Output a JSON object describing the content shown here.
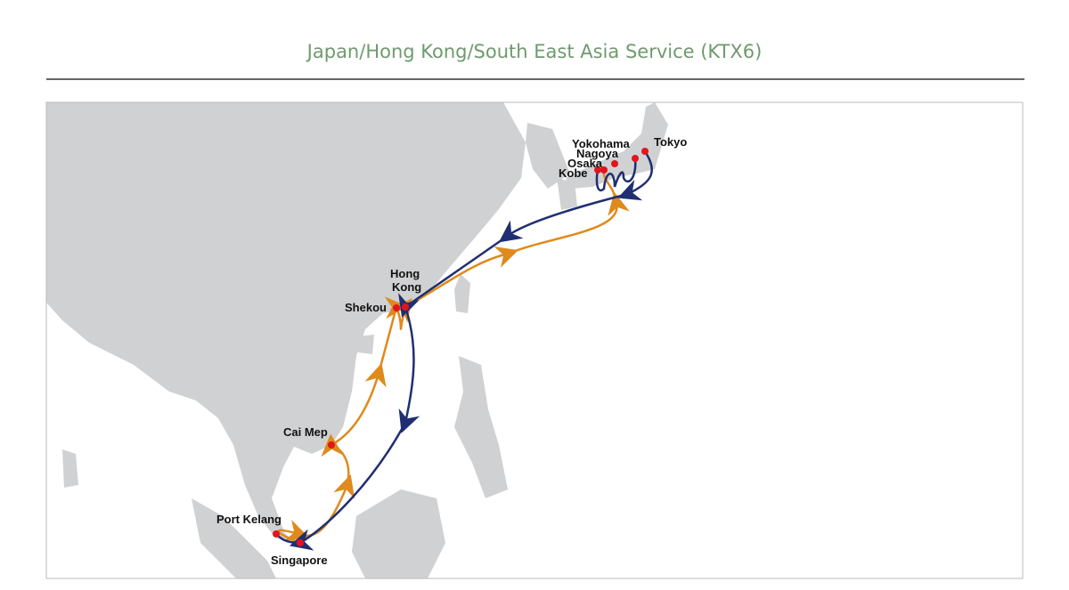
{
  "title": "Japan/Hong Kong/South East Asia Service (KTX6)",
  "colors": {
    "land": "#d0d1d2",
    "route_southbound": "#1f2f72",
    "route_northbound": "#de8a1c",
    "port": "#e3141f",
    "title": "#6f9a6e"
  },
  "ports": [
    {
      "name": "Tokyo"
    },
    {
      "name": "Yokohama"
    },
    {
      "name": "Nagoya"
    },
    {
      "name": "Osaka"
    },
    {
      "name": "Kobe"
    },
    {
      "name": "Hong Kong"
    },
    {
      "name": "Shekou"
    },
    {
      "name": "Cai Mep"
    },
    {
      "name": "Port Kelang"
    },
    {
      "name": "Singapore"
    }
  ]
}
